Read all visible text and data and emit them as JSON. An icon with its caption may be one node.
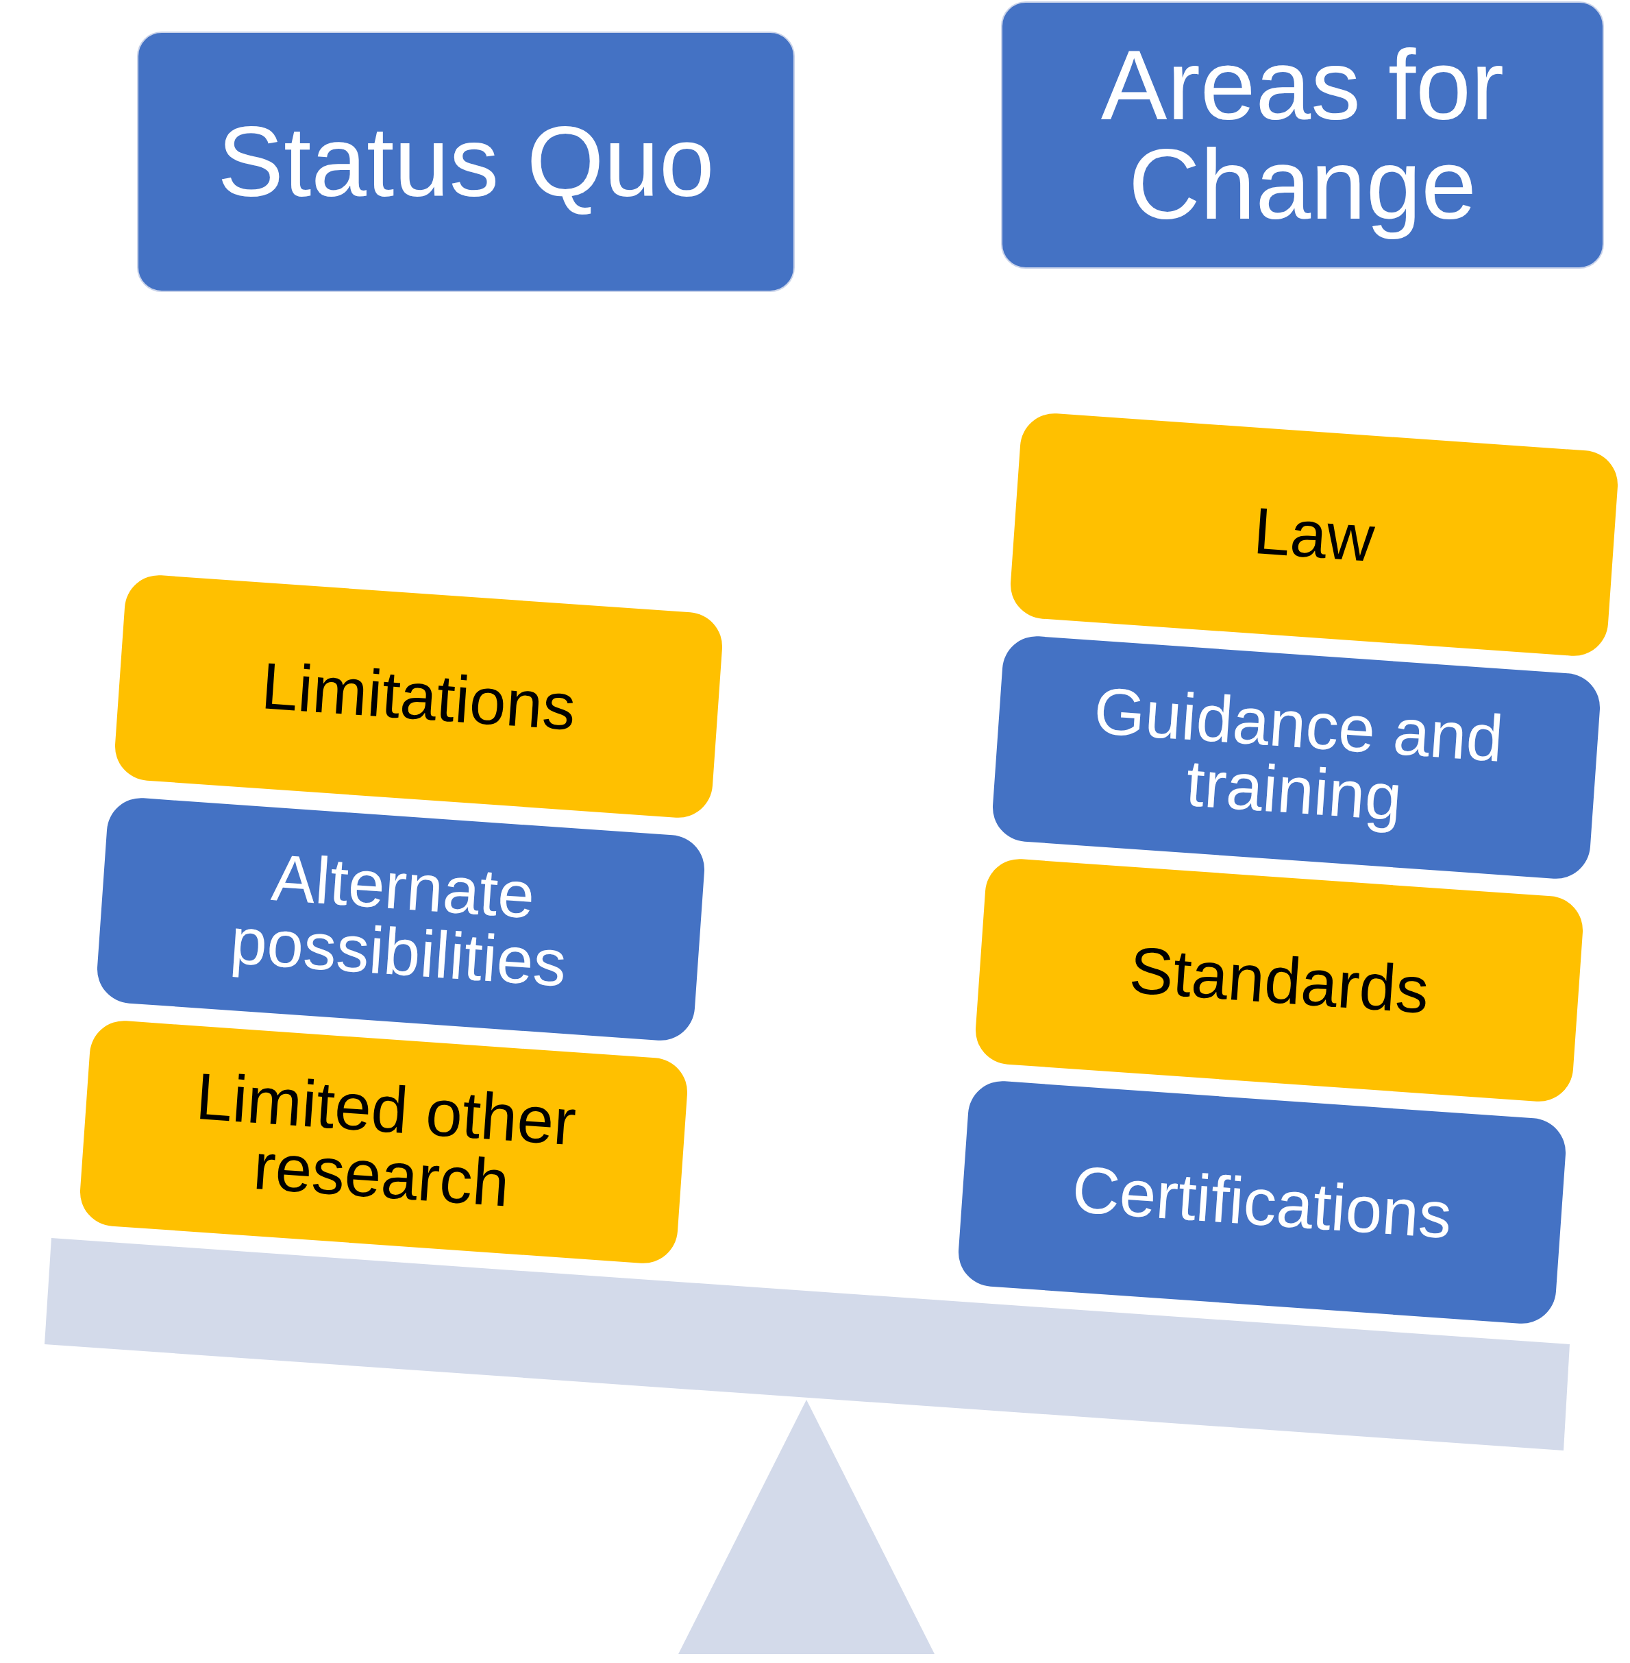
{
  "diagram": {
    "nodes": [
      {
        "text": [
          "Status Quo"
        ]
      },
      {
        "text": [
          "Areas for Change"
        ]
      },
      {
        "text": [
          "Limitations"
        ]
      },
      {
        "text": [
          "Alternate possibilities"
        ]
      },
      {
        "text": [
          "Limited other research"
        ]
      },
      {
        "text": [
          "Law"
        ]
      },
      {
        "text": [
          "Guidance and training"
        ]
      },
      {
        "text": [
          "Standards"
        ]
      },
      {
        "text": [
          "Certifications"
        ]
      }
    ]
  }
}
